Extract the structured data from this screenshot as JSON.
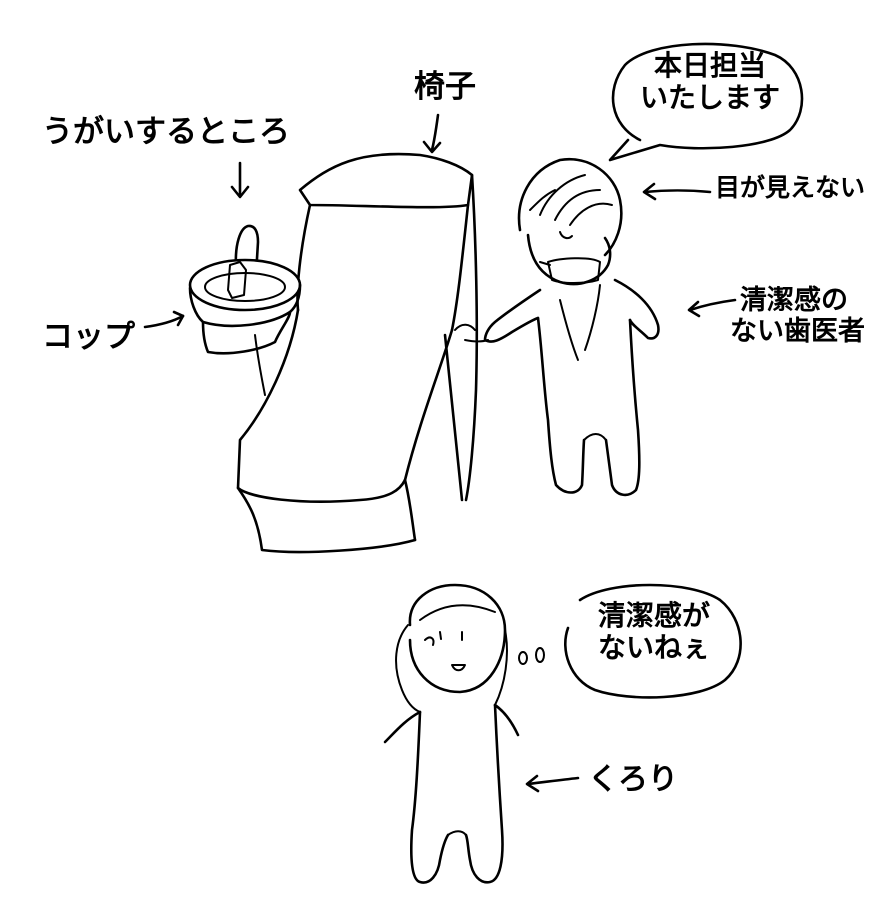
{
  "labels": {
    "sink": "うがいするところ",
    "chair": "椅子",
    "cup": "コップ",
    "eyes": "目が見えない",
    "dentist_line1": "清潔感の",
    "dentist_line2": "ない歯医者",
    "speech_dentist_line1": "本日担当",
    "speech_dentist_line2": "いたします",
    "thought_line1": "清潔感が",
    "thought_line2": "ないねぇ",
    "self": "くろり"
  },
  "colors": {
    "ink": "#000000",
    "paper": "#ffffff"
  }
}
